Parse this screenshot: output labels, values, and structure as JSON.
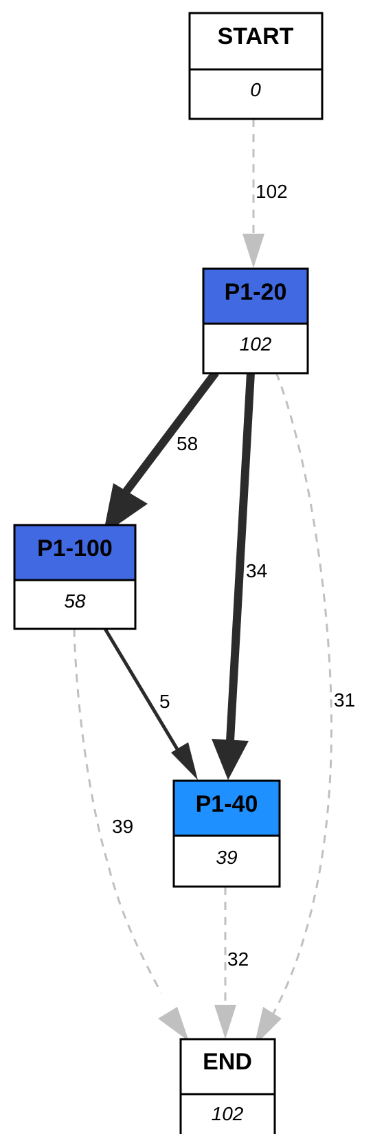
{
  "colors": {
    "strong_edge": "#2b2b2b",
    "dashed_edge": "#c0c0c0",
    "p1_20_header": "#4169e1",
    "p1_100_header": "#4169e1",
    "p1_40_header": "#1e90ff",
    "plain_header": "#ffffff",
    "border": "#000000"
  },
  "nodes": {
    "start": {
      "title": "START",
      "count": "0"
    },
    "p1_20": {
      "title": "P1-20",
      "count": "102"
    },
    "p1_100": {
      "title": "P1-100",
      "count": "58"
    },
    "p1_40": {
      "title": "P1-40",
      "count": "39"
    },
    "end": {
      "title": "END",
      "count": "102"
    }
  },
  "edges": {
    "start_to_p1_20": {
      "label": "102",
      "style": "dashed"
    },
    "p1_20_to_p1_100": {
      "label": "58",
      "style": "solid"
    },
    "p1_20_to_p1_40": {
      "label": "34",
      "style": "solid"
    },
    "p1_20_to_end": {
      "label": "31",
      "style": "dashed"
    },
    "p1_100_to_p1_40": {
      "label": "5",
      "style": "solid"
    },
    "p1_100_to_end": {
      "label": "39",
      "style": "dashed"
    },
    "p1_40_to_end": {
      "label": "32",
      "style": "dashed"
    }
  }
}
